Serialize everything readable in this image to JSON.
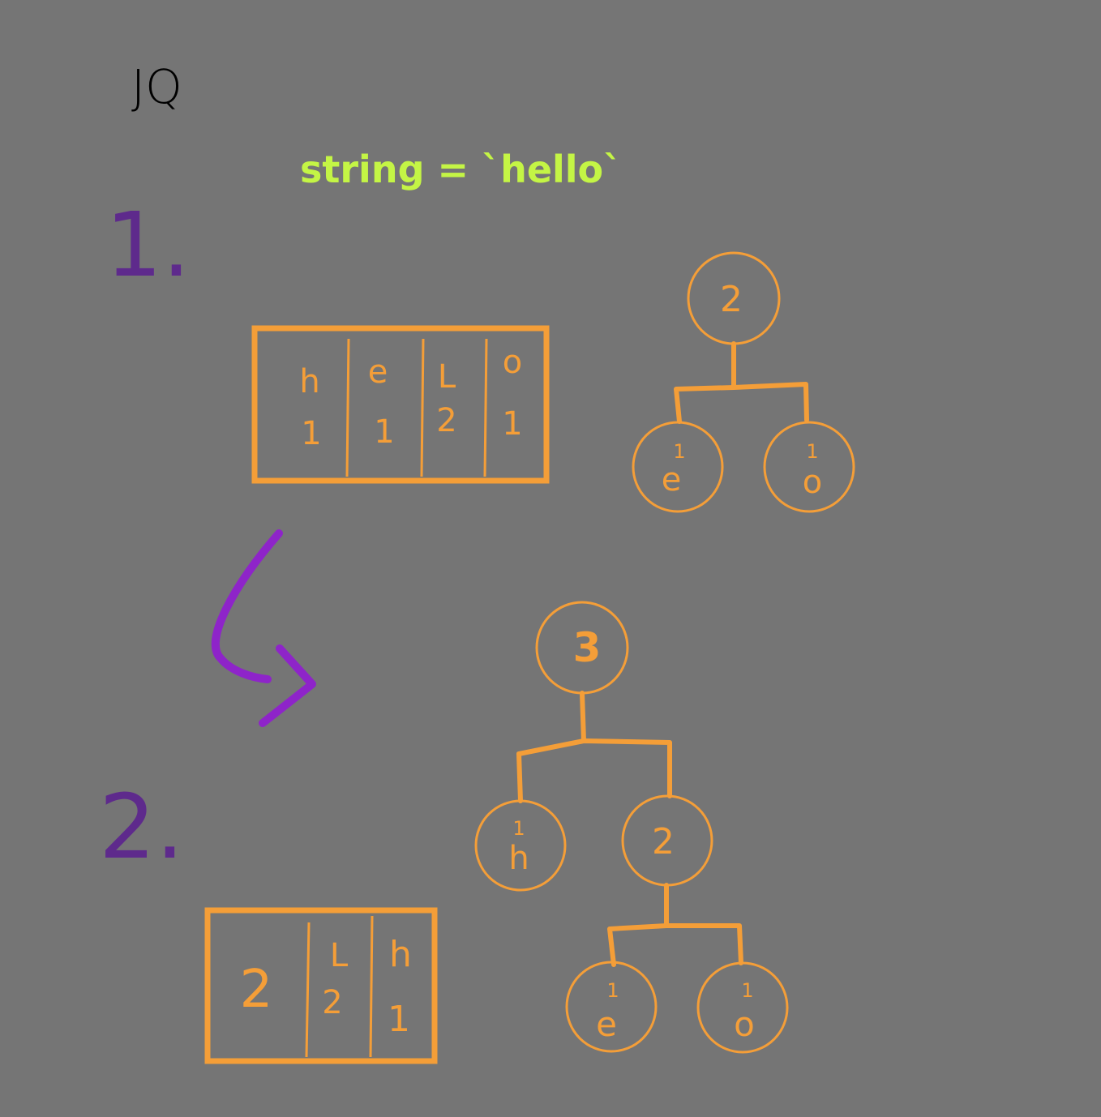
{
  "heading": "JQ",
  "subtitle": "string = `hello`",
  "colors": {
    "background": "#757575",
    "orange": "#F49E38",
    "purple": "#8E24C9",
    "step_purple": "#5E2A8C",
    "lime": "#C4F545",
    "ink": "#000000"
  },
  "step1": {
    "label": "1.",
    "queue": [
      {
        "char": "h",
        "count": "1"
      },
      {
        "char": "e",
        "count": "1"
      },
      {
        "char": "L",
        "count": "2"
      },
      {
        "char": "o",
        "count": "1"
      }
    ],
    "tree": {
      "root": "2",
      "left": {
        "count": "1",
        "char": "e"
      },
      "right": {
        "count": "1",
        "char": "o"
      }
    }
  },
  "step2": {
    "label": "2.",
    "queue": [
      {
        "char": "2",
        "count": ""
      },
      {
        "char": "L",
        "count": "2"
      },
      {
        "char": "h",
        "count": "1"
      }
    ],
    "tree": {
      "root": "3",
      "left": {
        "count": "1",
        "char": "h"
      },
      "mid": "2",
      "left2": {
        "count": "1",
        "char": "e"
      },
      "right2": {
        "count": "1",
        "char": "o"
      }
    }
  }
}
